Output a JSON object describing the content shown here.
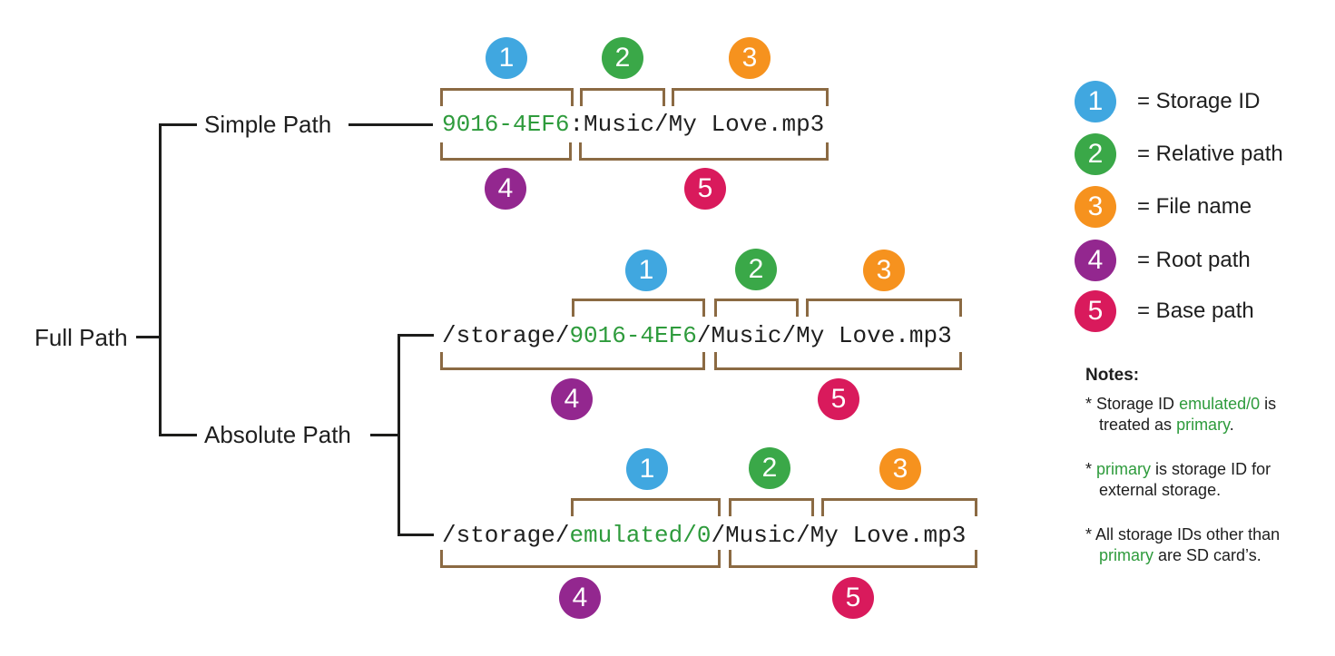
{
  "palette": {
    "blue": "#40a7e0",
    "green": "#3aa848",
    "orange": "#f6921e",
    "purple": "#93278f",
    "crimson": "#d91a5c",
    "green_text": "#2e9b3c",
    "bracket_brown": "#8b6a43",
    "line_black": "#1d1d1b"
  },
  "tree": {
    "root": "Full Path",
    "simple": "Simple Path",
    "absolute": "Absolute Path"
  },
  "badges": {
    "b1": "1",
    "b2": "2",
    "b3": "3",
    "b4": "4",
    "b5": "5"
  },
  "paths": {
    "simple": {
      "storage_id": "9016-4EF6",
      "rest": ":Music/My Love.mp3"
    },
    "absolute_sd": {
      "prefix": "/storage/",
      "storage_id": "9016-4EF6",
      "rest": "/Music/My Love.mp3"
    },
    "absolute_primary": {
      "prefix": "/storage/",
      "storage_id": "emulated/0",
      "rest": "/Music/My Love.mp3"
    }
  },
  "legend": {
    "labels": [
      "= Storage ID",
      "= Relative path",
      "= File name",
      "= Root path",
      "= Base path"
    ]
  },
  "notes": {
    "heading": "Notes:",
    "n1": {
      "t1": "* Storage ID ",
      "g1": "emulated/0",
      "t2": " is",
      "t3": "treated as ",
      "g2": "primary",
      "t4": "."
    },
    "n2": {
      "t1": "* ",
      "g1": "primary",
      "t2": " is storage ID for",
      "t3": "external storage."
    },
    "n3": {
      "t1": "* All storage IDs other than",
      "g1": "primary",
      "t2": " are SD card’s."
    }
  }
}
